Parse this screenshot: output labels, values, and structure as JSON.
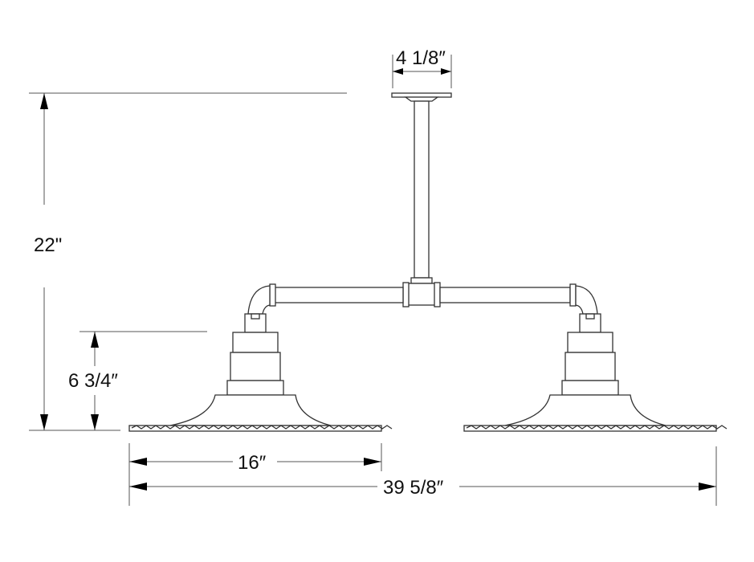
{
  "diagram": {
    "type": "dimension drawing",
    "subject": "two-light pendant fixture on pipe stem",
    "dimensions": {
      "canopy_width": "4 1/8″",
      "overall_height": "22\"",
      "shade_height": "6 3/4″",
      "shade_width": "16″",
      "overall_width": "39 5/8″"
    },
    "colors": {
      "line": "#333333",
      "arrow": "#000000",
      "background": "#ffffff"
    }
  }
}
